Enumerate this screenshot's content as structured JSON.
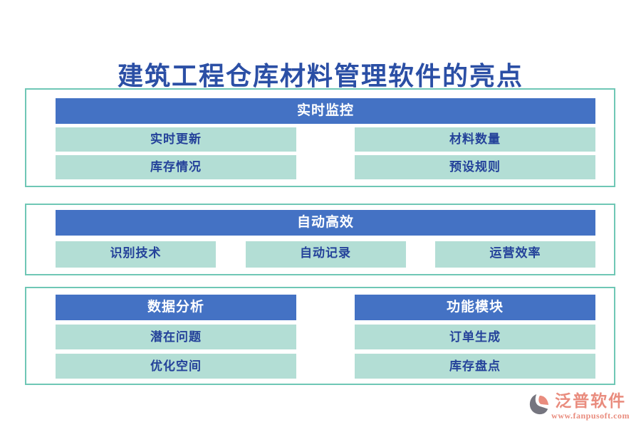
{
  "page": {
    "title": "建筑工程仓库材料管理软件的亮点"
  },
  "colors": {
    "title_text": "#2B4FA5",
    "section_border": "#6FC7B5",
    "header_bg": "#4472C4",
    "header_text": "#FFFFFF",
    "item_bg": "#B3DED5",
    "item_text": "#24429A",
    "logo_accent": "#E98C7E",
    "logo_gray": "#75757F"
  },
  "sections": [
    {
      "header": "实时监控",
      "layout": "grid-2x2",
      "items": [
        "实时更新",
        "材料数量",
        "库存情况",
        "预设规则"
      ]
    },
    {
      "header": "自动高效",
      "layout": "row-3",
      "items": [
        "识别技术",
        "自动记录",
        "运营效率"
      ]
    },
    {
      "layout": "two-columns",
      "columns": [
        {
          "header": "数据分析",
          "items": [
            "潜在问题",
            "优化空间"
          ]
        },
        {
          "header": "功能模块",
          "items": [
            "订单生成",
            "库存盘点"
          ]
        }
      ]
    }
  ],
  "footer": {
    "brand": "泛普软件",
    "website": "www.fanpusoft.com"
  }
}
